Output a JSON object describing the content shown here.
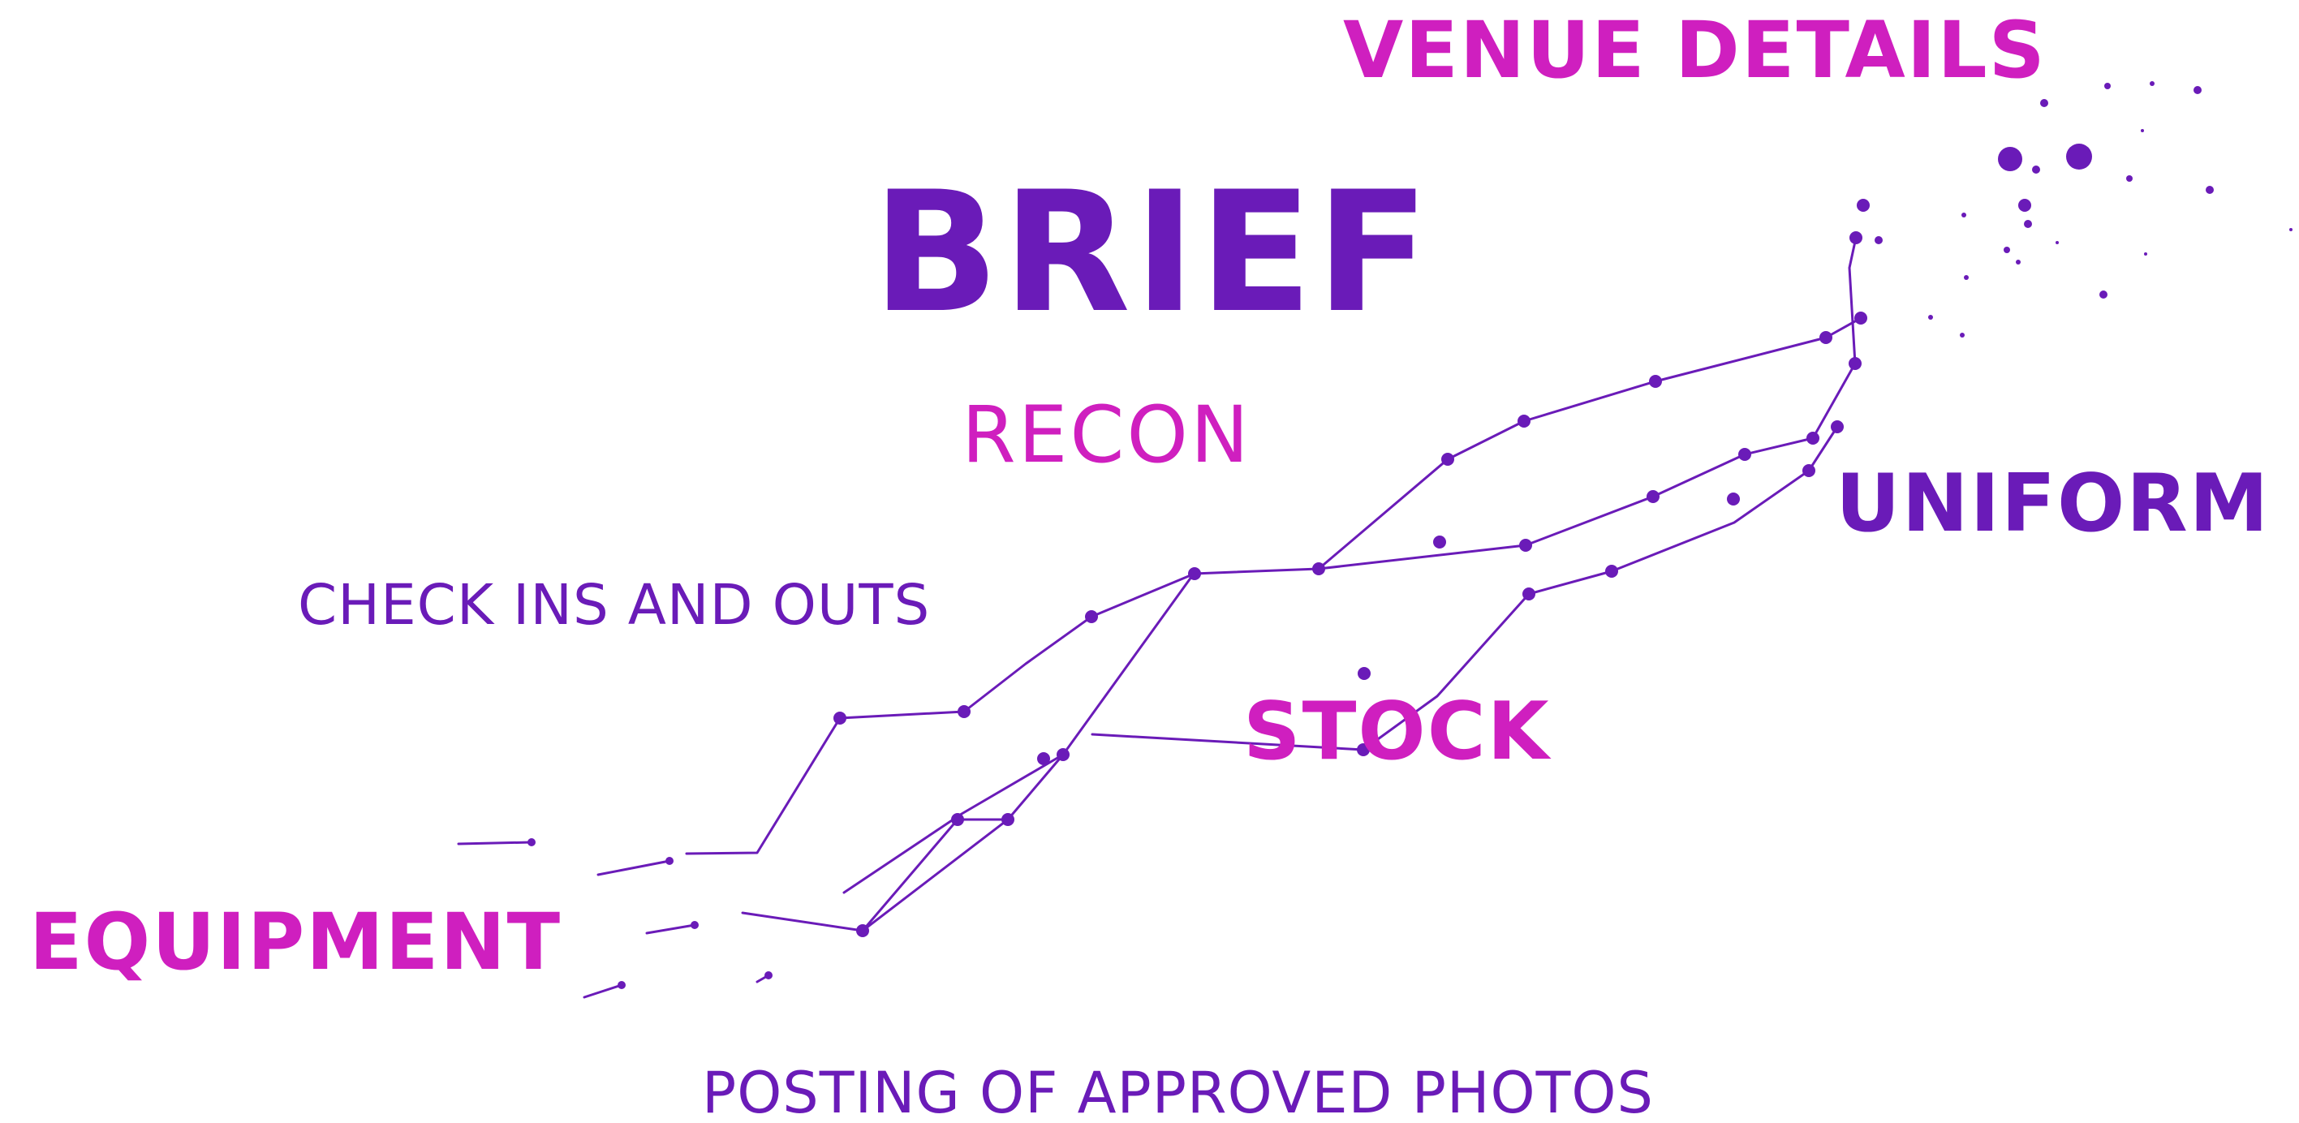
{
  "labels": {
    "venue_details": "VENUE DETAILS",
    "brief": "BRIEF",
    "recon": "RECON",
    "uniform": "UNIFORM",
    "check_ins_and_outs": "CHECK INS AND OUTS",
    "stock": "STOCK",
    "equipment": "EQUIPMENT",
    "posting_of_approved_photos": "POSTING OF APPROVED PHOTOS"
  },
  "colors": {
    "purple": "#6a1bb8",
    "magenta": "#cf1fbf",
    "line": "#6a1bb8",
    "background": "#ffffff"
  },
  "graphic": "ascending network of connected nodes"
}
